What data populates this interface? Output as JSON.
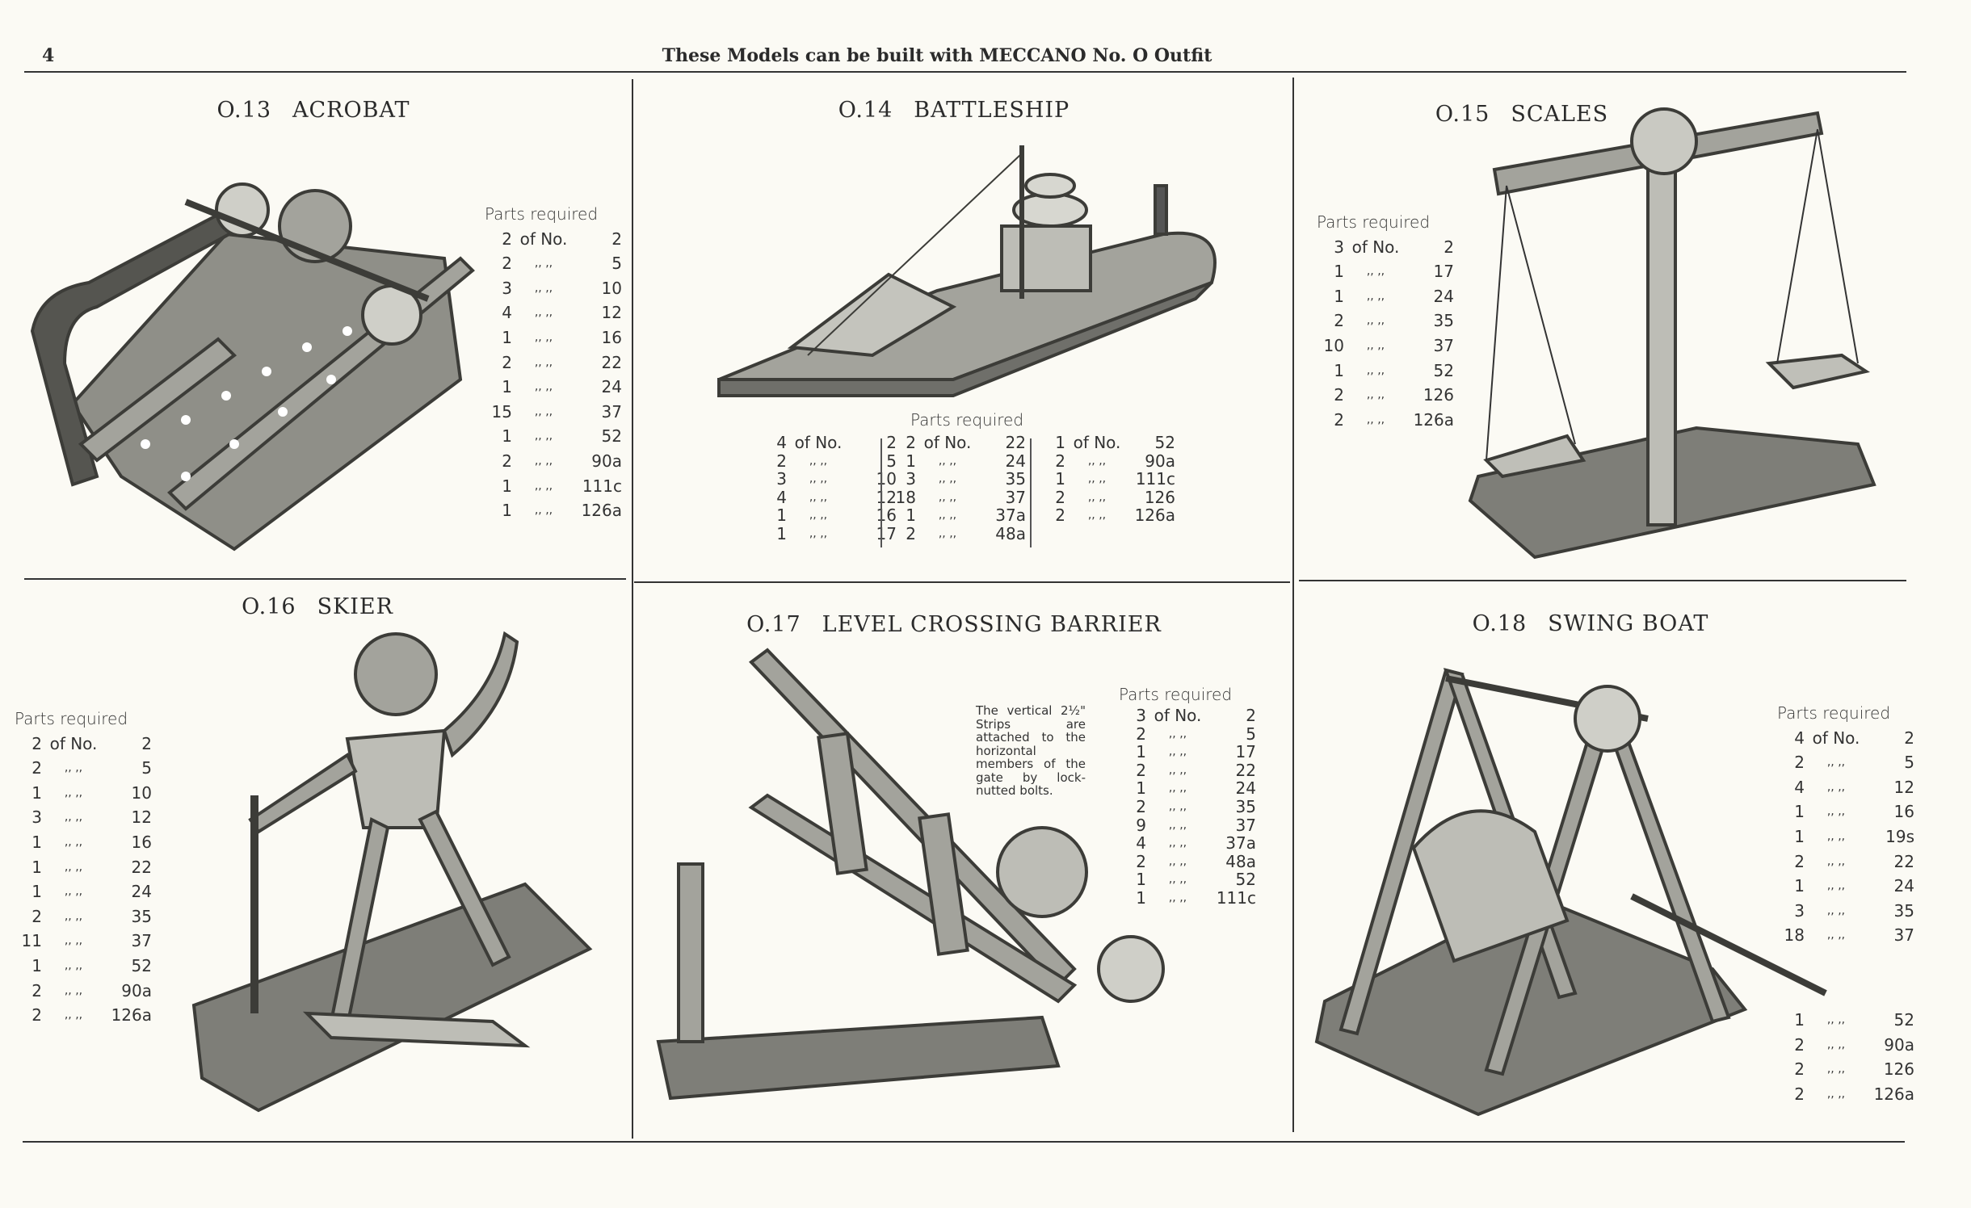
{
  "page_number": "4",
  "header": "These Models can be built with MECCANO No. O Outfit",
  "parts_heading": "Parts required",
  "of_label": "of No.",
  "ditto": ",,     ,,",
  "models": [
    {
      "code": "O.13",
      "name": "ACROBAT",
      "parts": [
        [
          "2",
          "2"
        ],
        [
          "2",
          "5"
        ],
        [
          "3",
          "10"
        ],
        [
          "4",
          "12"
        ],
        [
          "1",
          "16"
        ],
        [
          "2",
          "22"
        ],
        [
          "1",
          "24"
        ],
        [
          "15",
          "37"
        ],
        [
          "1",
          "52"
        ],
        [
          "2",
          "90a"
        ],
        [
          "1",
          "111c"
        ],
        [
          "1",
          "126a"
        ]
      ]
    },
    {
      "code": "O.14",
      "name": "BATTLESHIP",
      "parts_columns": [
        [
          [
            "4",
            "2"
          ],
          [
            "2",
            "5"
          ],
          [
            "3",
            "10"
          ],
          [
            "4",
            "12"
          ],
          [
            "1",
            "16"
          ],
          [
            "1",
            "17"
          ]
        ],
        [
          [
            "2",
            "22"
          ],
          [
            "1",
            "24"
          ],
          [
            "3",
            "35"
          ],
          [
            "18",
            "37"
          ],
          [
            "1",
            "37a"
          ],
          [
            "2",
            "48a"
          ]
        ],
        [
          [
            "1",
            "52"
          ],
          [
            "2",
            "90a"
          ],
          [
            "1",
            "111c"
          ],
          [
            "2",
            "126"
          ],
          [
            "2",
            "126a"
          ]
        ]
      ]
    },
    {
      "code": "O.15",
      "name": "SCALES",
      "parts": [
        [
          "3",
          "2"
        ],
        [
          "1",
          "17"
        ],
        [
          "1",
          "24"
        ],
        [
          "2",
          "35"
        ],
        [
          "10",
          "37"
        ],
        [
          "1",
          "52"
        ],
        [
          "2",
          "126"
        ],
        [
          "2",
          "126a"
        ]
      ]
    },
    {
      "code": "O.16",
      "name": "SKIER",
      "parts": [
        [
          "2",
          "2"
        ],
        [
          "2",
          "5"
        ],
        [
          "1",
          "10"
        ],
        [
          "3",
          "12"
        ],
        [
          "1",
          "16"
        ],
        [
          "1",
          "22"
        ],
        [
          "1",
          "24"
        ],
        [
          "2",
          "35"
        ],
        [
          "11",
          "37"
        ],
        [
          "1",
          "52"
        ],
        [
          "2",
          "90a"
        ],
        [
          "2",
          "126a"
        ]
      ]
    },
    {
      "code": "O.17",
      "name": "LEVEL CROSSING BARRIER",
      "note": "The vertical 2½\" Strips are attached to the horizontal members of the gate by lock-nutted bolts.",
      "parts": [
        [
          "3",
          "2"
        ],
        [
          "2",
          "5"
        ],
        [
          "1",
          "17"
        ],
        [
          "2",
          "22"
        ],
        [
          "1",
          "24"
        ],
        [
          "2",
          "35"
        ],
        [
          "9",
          "37"
        ],
        [
          "4",
          "37a"
        ],
        [
          "2",
          "48a"
        ],
        [
          "1",
          "52"
        ],
        [
          "1",
          "111c"
        ]
      ]
    },
    {
      "code": "O.18",
      "name": "SWING BOAT",
      "parts": [
        [
          "4",
          "2"
        ],
        [
          "2",
          "5"
        ],
        [
          "4",
          "12"
        ],
        [
          "1",
          "16"
        ],
        [
          "1",
          "19s"
        ],
        [
          "2",
          "22"
        ],
        [
          "1",
          "24"
        ],
        [
          "3",
          "35"
        ],
        [
          "18",
          "37"
        ]
      ],
      "parts_b": [
        [
          "1",
          "52"
        ],
        [
          "2",
          "90a"
        ],
        [
          "2",
          "126"
        ],
        [
          "2",
          "126a"
        ]
      ]
    }
  ],
  "colors": {
    "ink": "#2b2b2b",
    "paper": "#fbfaf4",
    "metal": "#a3a39c",
    "metal_dark": "#55554f"
  }
}
